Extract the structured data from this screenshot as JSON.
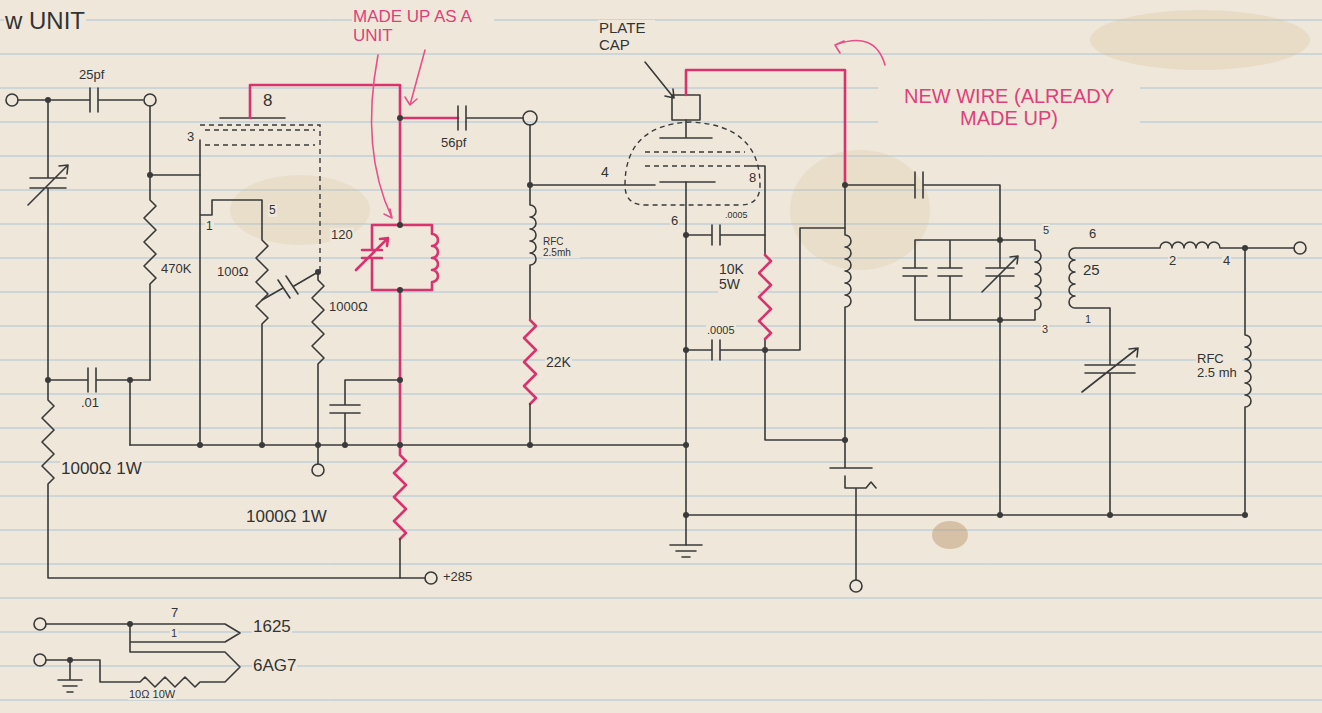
{
  "diagram": {
    "title": "w UNIT",
    "labels": [
      "25pf",
      "3",
      "8",
      "MADE UP AS A UNIT",
      "56pf",
      "PLATE CAP",
      "NEW WIRE (ALREADY MADE UP)",
      "1",
      "5",
      "470K",
      "100Ω",
      "1000Ω",
      "120",
      "RFC 2.5mh",
      "4",
      "6",
      "8",
      ".0005",
      "10K 5W",
      ".0005",
      "22K",
      "5",
      "6",
      "2",
      "4",
      "25",
      "1",
      "3",
      "RFC 2.5 mh",
      ".01",
      "1000Ω 1W",
      "1000Ω 1W",
      "+285",
      "7",
      "1",
      "1625",
      "10Ω 10W",
      "6AG7"
    ]
  }
}
